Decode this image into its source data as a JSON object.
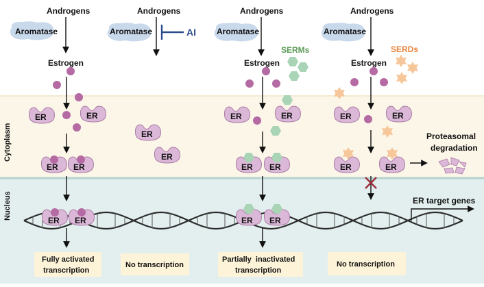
{
  "regions": {
    "cytoplasm": "Cytoplasm",
    "nucleus": "Nucleus"
  },
  "columns": [
    {
      "androgens": "Androgens",
      "aromatase": "Aromatase",
      "estrogen": "Estrogen",
      "outcome": [
        "Fully activated",
        "transcription"
      ]
    },
    {
      "androgens": "Androgens",
      "aromatase": "Aromatase",
      "inhibitor": "AI",
      "outcome": [
        "No transcription"
      ]
    },
    {
      "androgens": "Androgens",
      "aromatase": "Aromatase",
      "estrogen": "Estrogen",
      "drug": "SERMs",
      "outcome": [
        "Partially  inactivated",
        "transcription"
      ]
    },
    {
      "androgens": "Androgens",
      "aromatase": "Aromatase",
      "estrogen": "Estrogen",
      "drug": "SERDs",
      "outcome": [
        "No transcription"
      ]
    }
  ],
  "er_label": "ER",
  "proteasomal": [
    "Proteasomal",
    "degradation"
  ],
  "target_genes": "ER target genes",
  "colors": {
    "cytoplasm_bg": "#fbf6e8",
    "nucleus_bg": "#e3efee",
    "aromatase": "#c9d9ec",
    "estrogen": "#b56aa4",
    "er": "#dcb8d8",
    "serm": "#a9d4b6",
    "serm_text": "#5b9a55",
    "serd": "#f6c79b",
    "serd_text": "#e9833c",
    "ai": "#2d4a8c",
    "block": "#9b2b3a",
    "outcome_bg": "#fdf3d8"
  }
}
